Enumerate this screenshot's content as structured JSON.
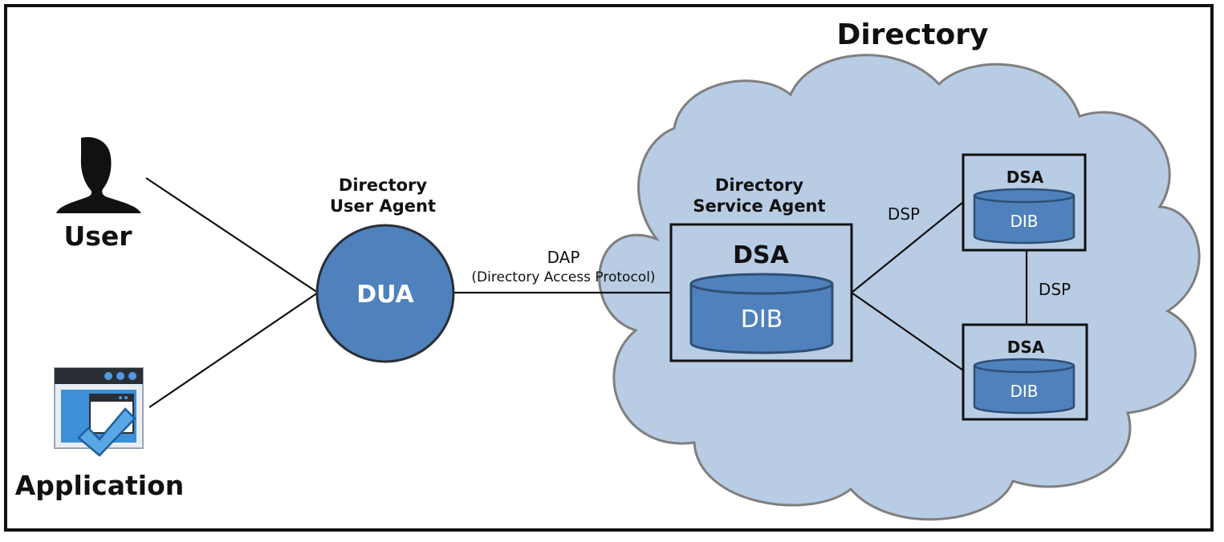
{
  "title": "Directory",
  "actors": {
    "user": {
      "label": "User",
      "icon": "user-silhouette-icon"
    },
    "application": {
      "label": "Application",
      "icon": "application-window-check-icon"
    }
  },
  "dua": {
    "caption_line1": "Directory",
    "caption_line2": "User Agent",
    "label": "DUA"
  },
  "dap": {
    "label": "DAP",
    "full": "(Directory Access Protocol)"
  },
  "main_dsa": {
    "caption_line1": "Directory",
    "caption_line2": "Service Agent",
    "label": "DSA",
    "db_label": "DIB"
  },
  "peer_dsa_top": {
    "label": "DSA",
    "db_label": "DIB"
  },
  "peer_dsa_bottom": {
    "label": "DSA",
    "db_label": "DIB"
  },
  "dsp_labels": {
    "upper": "DSP",
    "vertical": "DSP"
  },
  "colors": {
    "cloud_fill": "#b8cce4",
    "cloud_stroke": "#7f7f7f",
    "node_fill": "#4f81bd",
    "node_stroke": "#2f4f74",
    "line": "#111111"
  }
}
